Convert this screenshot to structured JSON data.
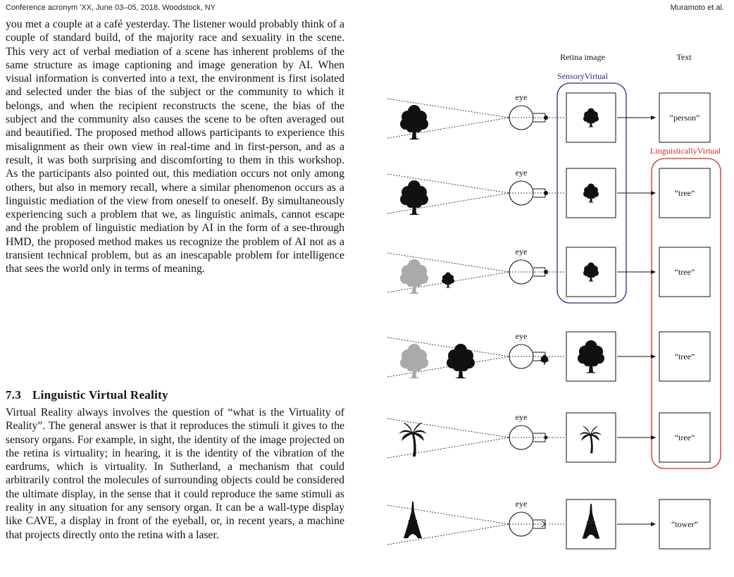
{
  "header": {
    "left": "Conference acronym 'XX, June 03–05, 2018, Woodstock, NY",
    "right": "Muramoto et al."
  },
  "body": {
    "paragraph1": "you met a couple at a café yesterday. The listener would probably think of a couple of standard build, of the majority race and sexuality in the scene. This very act of verbal mediation of a scene has inherent problems of the same structure as image captioning and image generation by AI. When visual information is converted into a text, the environment is first isolated and selected under the bias of the subject or the community to which it belongs, and when the recipient reconstructs the scene, the bias of the subject and the community also causes the scene to be often averaged out and beautified. The proposed method allows participants to experience this misalignment as their own view in real-time and in first-person, and as a result, it was both surprising and discomforting to them in this workshop. As the participants also pointed out, this mediation occurs not only among others, but also in memory recall, where a similar phenomenon occurs as a linguistic mediation of the view from oneself to oneself. By simultaneously experiencing such a problem that we, as linguistic animals, cannot escape and the problem of linguistic mediation by AI in the form of a see-through HMD, the proposed method makes us recognize the problem of AI not as a transient technical problem, but as an inescapable problem for intelligence that sees the world only in terms of meaning.",
    "section_number": "7.3",
    "section_title": "Linguistic Virtual Reality",
    "paragraph2": "Virtual Reality always involves the question of “what is the Virtuality of Reality”. The general answer is that it reproduces the stimuli it gives to the sensory organs. For example, in sight, the identity of the image projected on the retina is virtuality; in hearing, it is the identity of the vibration of the eardrums, which is virtuality. In Sutherland, a mechanism that could arbitrarily control the molecules of surrounding objects could be considered the ultimate display, in the sense that it could reproduce the same stimuli as reality in any situation for any sensory organ. It can be a wall-type display like CAVE, a display in front of the eyeball, or, in recent years, a machine that projects directly onto the retina with a laser."
  },
  "figure": {
    "col_retina": "Retina image",
    "col_text": "Text",
    "group_sensory": "SensoryVirtual",
    "group_linguistic": "LinguisticallyVirtual",
    "eye_label": "eye",
    "rows": [
      {
        "caption": "“person”"
      },
      {
        "caption": "“tree”"
      },
      {
        "caption": "“tree”"
      },
      {
        "caption": "“tree”"
      },
      {
        "caption": "“tree”"
      },
      {
        "caption": "“tower”"
      }
    ],
    "colors": {
      "sensory": "#2a2a8a",
      "linguistic": "#d42a2a",
      "ink": "#111111",
      "faded": "#aaaaaa"
    }
  }
}
